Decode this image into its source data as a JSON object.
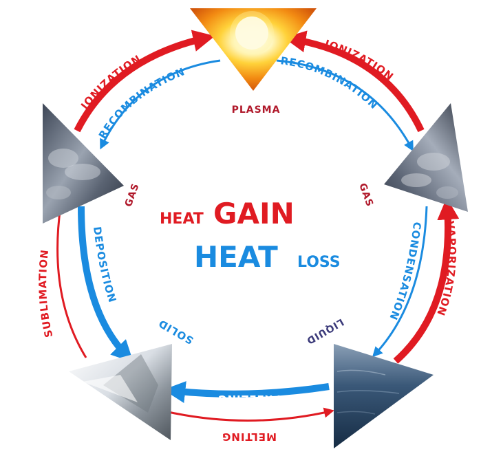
{
  "diagram": {
    "center": {
      "heat_word_1": "HEAT",
      "gain_word": "GAIN",
      "heat_word_2": "HEAT",
      "loss_word": "LOSS"
    },
    "states": {
      "plasma": "PLASMA",
      "gas_left": "GAS",
      "gas_right": "GAS",
      "solid": "SOLID",
      "liquid": "LIQUID"
    },
    "transitions": {
      "ionization_left": "IONIZATION",
      "ionization_right": "IONIZATION",
      "recombination_left": "RECOMBINATION",
      "recombination_right": "RECOMBINATION",
      "sublimation": "SUBLIMATION",
      "deposition": "DEPOSITION",
      "condensation": "CONDENSATION",
      "vaporization": "VAPORIZATION",
      "freezing": "FREEZING",
      "melting": "MELTING"
    },
    "colors": {
      "heat_gain": "#e01b22",
      "heat_loss": "#1a8be0"
    }
  }
}
